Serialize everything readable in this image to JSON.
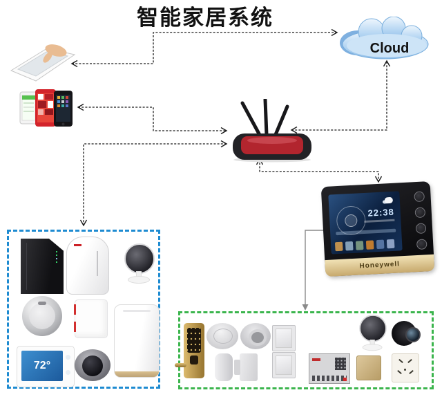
{
  "title": "智能家居系统",
  "cloud": {
    "label": "Cloud"
  },
  "panel": {
    "brand": "Honeywell",
    "time": "22:38"
  },
  "thermostat": {
    "temp": "72°"
  },
  "colors": {
    "indoor_box_border": "#1e8bd1",
    "security_box_border": "#3bb54d",
    "connector_dashed": "#1b1b1b",
    "connector_solid": "#8a8a8a",
    "router_red": "#b2252e",
    "panel_gold": "#d9c08c",
    "cloud_fill": "#a8cdf0"
  },
  "icons": {
    "hub": "wifi-router-icon",
    "client_devices": [
      "tablet-with-hand-icon",
      "smartphones-icon"
    ],
    "indoor_group": [
      "nas-storage-icon",
      "gateway-hub-icon",
      "ip-camera-icon",
      "round-thermostat-icon",
      "wall-siren-icon",
      "air-purifier-icon",
      "touch-thermostat-icon",
      "dome-camera-icon"
    ],
    "security_group": [
      "smart-door-lock-icon",
      "smoke-detector-icon",
      "smoke-detector-ring-icon",
      "wall-switch-icon",
      "motion-sensor-icon",
      "door-window-sensor-icon",
      "wall-switch-icon",
      "din-rail-controller-icon",
      "ip-camera-icon",
      "peephole-camera-icon",
      "blank-gold-plate-icon",
      "power-outlet-icon"
    ]
  }
}
